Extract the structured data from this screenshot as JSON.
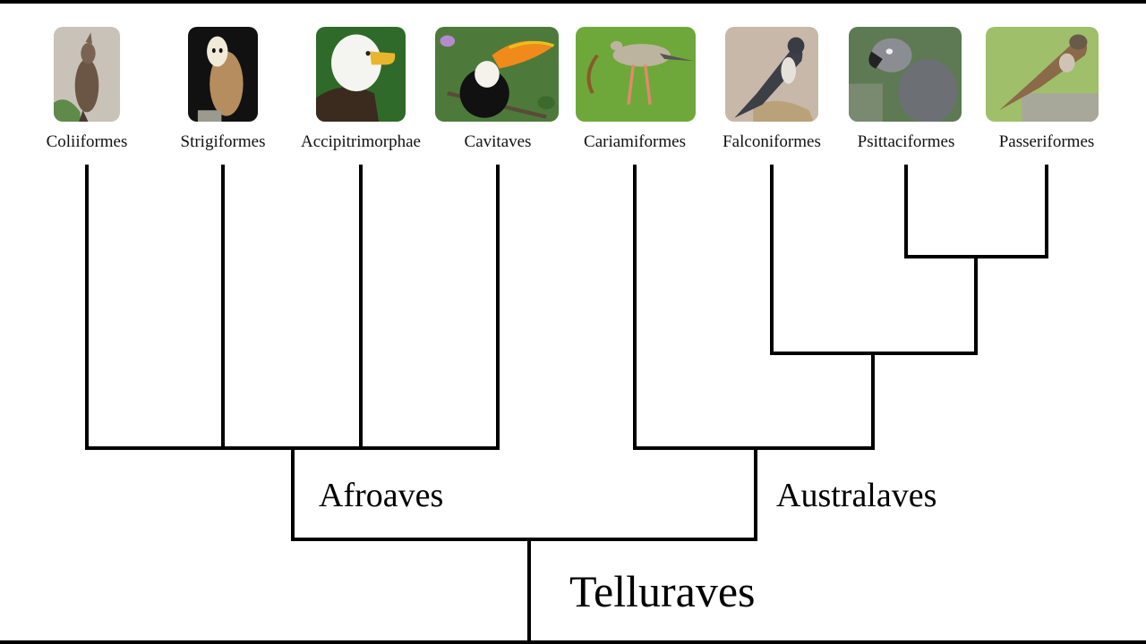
{
  "taxa": [
    {
      "name": "Coliiformes",
      "photo": "mousebird-photo",
      "bg": "#c9c2b8",
      "bird": "#6b5646"
    },
    {
      "name": "Strigiformes",
      "photo": "barn-owl-photo",
      "bg": "#111111",
      "bird": "#b58d5e"
    },
    {
      "name": "Accipitrimorphae",
      "photo": "bald-eagle-photo",
      "bg": "#2f6a2a",
      "bird": "#3b2a1e"
    },
    {
      "name": "Cavitaves",
      "photo": "toucan-photo",
      "bg": "#4d7a3a",
      "bird": "#111111"
    },
    {
      "name": "Cariamiformes",
      "photo": "seriema-photo",
      "bg": "#6fa83a",
      "bird": "#bdb49f"
    },
    {
      "name": "Falconiformes",
      "photo": "falcon-photo",
      "bg": "#c8b8aa",
      "bird": "#3d3f46"
    },
    {
      "name": "Psittaciformes",
      "photo": "grey-parrot-photo",
      "bg": "#5e7a54",
      "bird": "#6c7075"
    },
    {
      "name": "Passeriformes",
      "photo": "sparrow-photo",
      "bg": "#9fbf6a",
      "bird": "#8a6a48"
    }
  ],
  "clades": {
    "afroaves": "Afroaves",
    "australaves": "Australaves",
    "telluraves": "Telluraves"
  },
  "colors": {
    "line": "#000000",
    "background": "#ffffff"
  }
}
